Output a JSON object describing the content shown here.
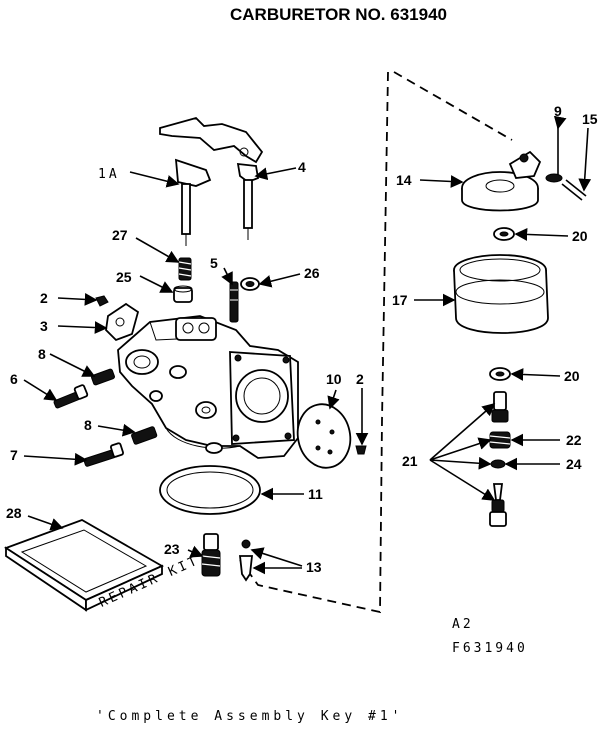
{
  "title": "CARBURETOR NO. 631940",
  "labels": {
    "p1A": "1A",
    "p4": "4",
    "p27": "27",
    "p25": "25",
    "p5": "5",
    "p26": "26",
    "p2a": "2",
    "p3": "3",
    "p8a": "8",
    "p6": "6",
    "p8b": "8",
    "p7": "7",
    "p10": "10",
    "p2b": "2",
    "p11": "11",
    "p28": "28",
    "p23": "23",
    "p13": "13",
    "p9": "9",
    "p15": "15",
    "p14": "14",
    "p20a": "20",
    "p17": "17",
    "p20b": "20",
    "p21": "21",
    "p22": "22",
    "p24": "24"
  },
  "filter_box_text": "REPAIR KIT",
  "drawing_code_1": "A2",
  "drawing_code_2": "F631940",
  "footer": "'Complete Assembly Key #1'"
}
